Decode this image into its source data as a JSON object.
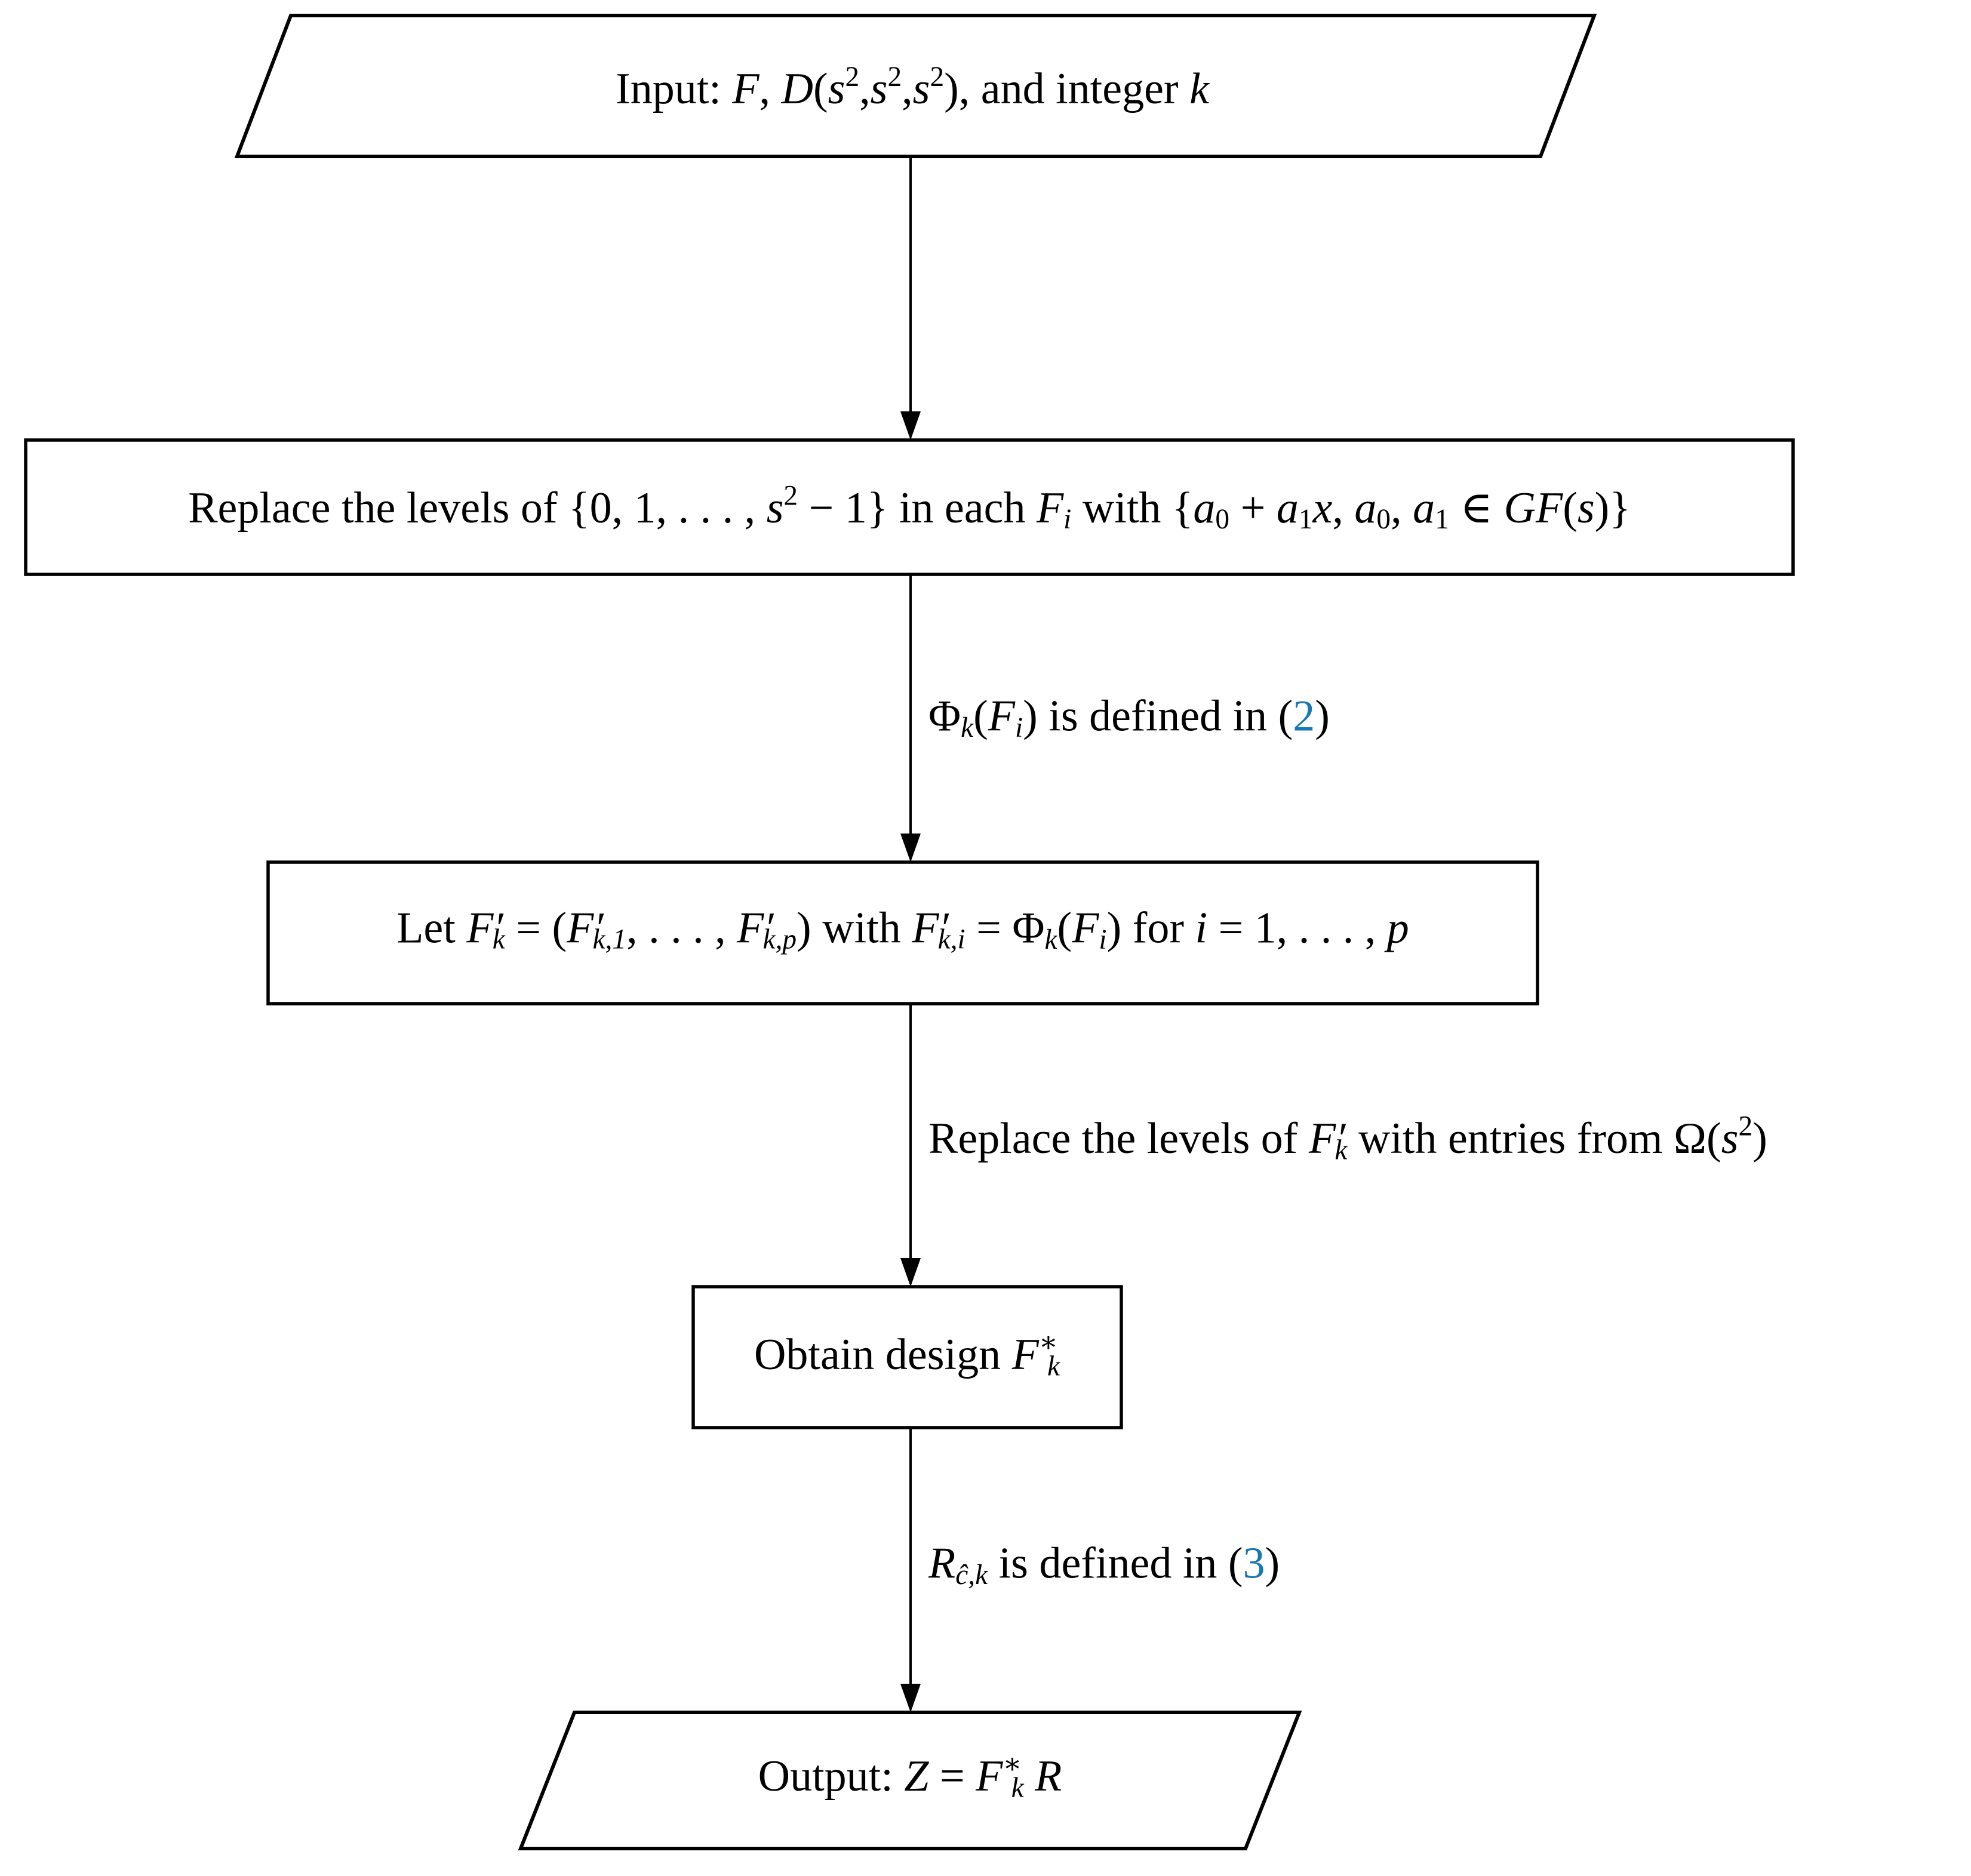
{
  "palette": {
    "ink": "#000000",
    "background": "#ffffff",
    "reference_blue": "#1878b4"
  },
  "nodes": {
    "input": {
      "shape": "parallelogram",
      "plain": "Input: F, D(s²,s²,s²), and integer k",
      "segments": [
        {
          "t": "Input: ",
          "f": "r"
        },
        {
          "t": "F",
          "f": "i"
        },
        {
          "t": ", ",
          "f": "r"
        },
        {
          "t": "D",
          "f": "i"
        },
        {
          "t": "(",
          "f": "r"
        },
        {
          "t": "s",
          "f": "i"
        },
        {
          "t": "2",
          "f": "sup"
        },
        {
          "t": ",",
          "f": "r"
        },
        {
          "t": "s",
          "f": "i"
        },
        {
          "t": "2",
          "f": "sup"
        },
        {
          "t": ",",
          "f": "r"
        },
        {
          "t": "s",
          "f": "i"
        },
        {
          "t": "2",
          "f": "sup"
        },
        {
          "t": "), and integer ",
          "f": "r"
        },
        {
          "t": "k",
          "f": "i"
        }
      ]
    },
    "replace_levels": {
      "shape": "rectangle",
      "plain": "Replace the levels of {0, 1, . . . , s² − 1} in each Fᵢ with {a₀ + a₁x, a₀, a₁ ∈ GF(s)}",
      "segments": [
        {
          "t": "Replace the levels of {0, 1, . . . , ",
          "f": "r"
        },
        {
          "t": "s",
          "f": "i"
        },
        {
          "t": "2",
          "f": "sup"
        },
        {
          "t": " − 1} in each ",
          "f": "r"
        },
        {
          "t": "F",
          "f": "i"
        },
        {
          "t": "i",
          "f": "subi"
        },
        {
          "t": " with {",
          "f": "r"
        },
        {
          "t": "a",
          "f": "i"
        },
        {
          "t": "0",
          "f": "sub"
        },
        {
          "t": " + ",
          "f": "r"
        },
        {
          "t": "a",
          "f": "i"
        },
        {
          "t": "1",
          "f": "sub"
        },
        {
          "t": "x",
          "f": "i"
        },
        {
          "t": ", ",
          "f": "r"
        },
        {
          "t": "a",
          "f": "i"
        },
        {
          "t": "0",
          "f": "sub"
        },
        {
          "t": ", ",
          "f": "r"
        },
        {
          "t": "a",
          "f": "i"
        },
        {
          "t": "1",
          "f": "sub"
        },
        {
          "t": " ∈ ",
          "f": "r"
        },
        {
          "t": "GF",
          "f": "i"
        },
        {
          "t": "(",
          "f": "r"
        },
        {
          "t": "s",
          "f": "i"
        },
        {
          "t": ")}",
          "f": "r"
        }
      ]
    },
    "let_fk": {
      "shape": "rectangle",
      "plain": "Let F′ₖ = (F′ₖ,₁, . . . , F′ₖ,ₚ) with F′ₖ,ᵢ = Φₖ(Fᵢ) for i = 1, . . . , p",
      "segments": [
        {
          "t": "Let ",
          "f": "r"
        },
        {
          "t": "F",
          "f": "i"
        },
        {
          "t": "′",
          "f": "prime"
        },
        {
          "t": "k",
          "f": "subi"
        },
        {
          "t": " = (",
          "f": "r"
        },
        {
          "t": "F",
          "f": "i"
        },
        {
          "t": "′",
          "f": "prime"
        },
        {
          "t": "k,1",
          "f": "subi"
        },
        {
          "t": ", . . . , ",
          "f": "r"
        },
        {
          "t": "F",
          "f": "i"
        },
        {
          "t": "′",
          "f": "prime"
        },
        {
          "t": "k,p",
          "f": "subi"
        },
        {
          "t": ") with ",
          "f": "r"
        },
        {
          "t": "F",
          "f": "i"
        },
        {
          "t": "′",
          "f": "prime"
        },
        {
          "t": "k,i",
          "f": "subi"
        },
        {
          "t": " = Φ",
          "f": "r"
        },
        {
          "t": "k",
          "f": "subi"
        },
        {
          "t": "(",
          "f": "r"
        },
        {
          "t": "F",
          "f": "i"
        },
        {
          "t": "i",
          "f": "subi"
        },
        {
          "t": ") for ",
          "f": "r"
        },
        {
          "t": "i",
          "f": "i"
        },
        {
          "t": " = 1, . . . , ",
          "f": "r"
        },
        {
          "t": "p",
          "f": "i"
        }
      ]
    },
    "obtain_design": {
      "shape": "rectangle",
      "plain": "Obtain design F*ₖ",
      "segments": [
        {
          "t": "Obtain design ",
          "f": "r"
        },
        {
          "t": "F",
          "f": "i"
        },
        {
          "t": "∗",
          "f": "sup"
        },
        {
          "t": "k",
          "f": "subi"
        }
      ]
    },
    "output": {
      "shape": "parallelogram",
      "plain": "Output: Z = F*ₖ R",
      "segments": [
        {
          "t": "Output: ",
          "f": "r"
        },
        {
          "t": "Z",
          "f": "i"
        },
        {
          "t": " = ",
          "f": "r"
        },
        {
          "t": "F",
          "f": "i"
        },
        {
          "t": "∗",
          "f": "sup"
        },
        {
          "t": "k",
          "f": "subi"
        },
        {
          "t": " ",
          "f": "r"
        },
        {
          "t": "R",
          "f": "i"
        }
      ]
    }
  },
  "edges": {
    "phi_defined": {
      "plain": "Φₖ(Fᵢ) is defined in (2)",
      "reference_number": "2",
      "segments": [
        {
          "t": "Φ",
          "f": "r"
        },
        {
          "t": "k",
          "f": "subi"
        },
        {
          "t": "(",
          "f": "r"
        },
        {
          "t": "F",
          "f": "i"
        },
        {
          "t": "i",
          "f": "subi"
        },
        {
          "t": ") is defined in (",
          "f": "r"
        },
        {
          "t": "2",
          "f": "link"
        },
        {
          "t": ")",
          "f": "r"
        }
      ]
    },
    "replace_with_omega": {
      "plain": "Replace the levels of F′ₖ with entries from Ω(s²)",
      "segments": [
        {
          "t": "Replace the levels of ",
          "f": "r"
        },
        {
          "t": "F",
          "f": "i"
        },
        {
          "t": "′",
          "f": "prime"
        },
        {
          "t": "k",
          "f": "subi"
        },
        {
          "t": " with entries from Ω(",
          "f": "r"
        },
        {
          "t": "s",
          "f": "i"
        },
        {
          "t": "2",
          "f": "sup"
        },
        {
          "t": ")",
          "f": "r"
        }
      ]
    },
    "r_defined": {
      "plain": "R_ĉ,k is defined in (3)",
      "reference_number": "3",
      "segments": [
        {
          "t": "R",
          "f": "i"
        },
        {
          "t": "ĉ,k",
          "f": "subi"
        },
        {
          "t": " is defined in (",
          "f": "r"
        },
        {
          "t": "3",
          "f": "link"
        },
        {
          "t": ")",
          "f": "r"
        }
      ]
    }
  }
}
